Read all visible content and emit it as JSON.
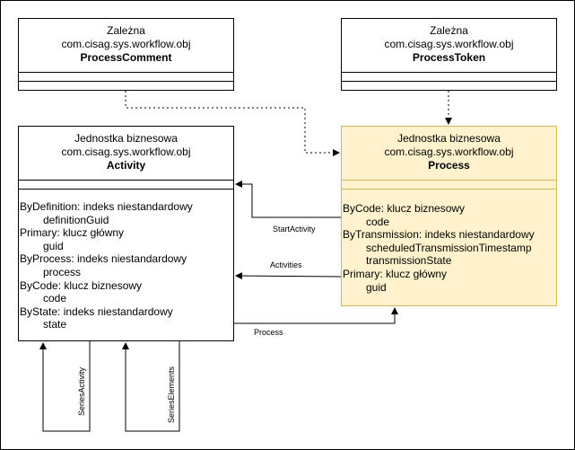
{
  "classes": {
    "process_comment": {
      "stereotype": "Zależna",
      "package": "com.cisag.sys.workflow.obj",
      "name": "ProcessComment"
    },
    "process_token": {
      "stereotype": "Zależna",
      "package": "com.cisag.sys.workflow.obj",
      "name": "ProcessToken"
    },
    "activity": {
      "stereotype": "Jednostka biznesowa",
      "package": "com.cisag.sys.workflow.obj",
      "name": "Activity",
      "attributes": [
        {
          "key": "ByDefinition: indeks niestandardowy",
          "values": [
            "definitionGuid"
          ]
        },
        {
          "key": "Primary: klucz główny",
          "values": [
            "guid"
          ]
        },
        {
          "key": "ByProcess: indeks niestandardowy",
          "values": [
            "process"
          ]
        },
        {
          "key": "ByCode: klucz biznesowy",
          "values": [
            "code"
          ]
        },
        {
          "key": "ByState: indeks niestandardowy",
          "values": [
            "state"
          ]
        }
      ]
    },
    "process": {
      "stereotype": "Jednostka biznesowa",
      "package": "com.cisag.sys.workflow.obj",
      "name": "Process",
      "attributes": [
        {
          "key": "ByCode: klucz biznesowy",
          "values": [
            "code"
          ]
        },
        {
          "key": "ByTransmission: indeks niestandardowy",
          "values": [
            "scheduledTransmissionTimestamp",
            "transmissionState"
          ]
        },
        {
          "key": "Primary: klucz główny",
          "values": [
            "guid"
          ]
        }
      ]
    }
  },
  "edges": {
    "start_activity": "StartActivity",
    "activities": "Activities",
    "process": "Process",
    "series_activity": "SeriesActivity",
    "series_elements": "SeriesElements"
  },
  "colors": {
    "highlight_fill": "#fff2cc",
    "highlight_stroke": "#d6b656"
  }
}
